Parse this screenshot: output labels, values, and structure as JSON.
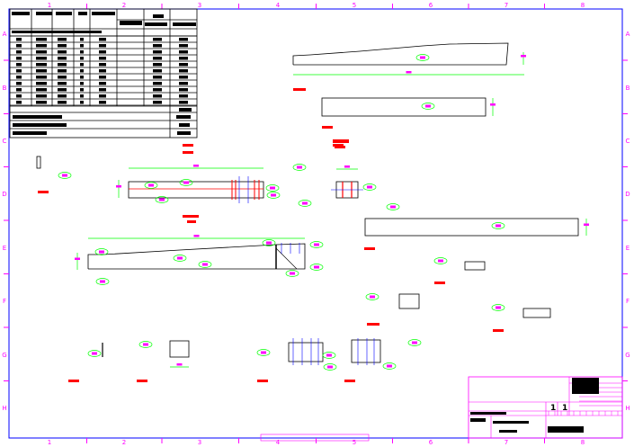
{
  "drawing": {
    "grid_columns": [
      "1",
      "2",
      "3",
      "4",
      "5",
      "6",
      "7",
      "8"
    ],
    "grid_rows": [
      "A",
      "B",
      "C",
      "D",
      "E",
      "F",
      "G",
      "H"
    ],
    "title_block": {
      "sheet_number": "1",
      "sheet_total": "1"
    },
    "colors": {
      "border": "#0000ff",
      "grid": "#ff00ff",
      "dimension": "#00ff00",
      "label": "#ff0000",
      "tag": "#ff00ff",
      "outline": "#000000",
      "axis": "#0000ff"
    }
  }
}
